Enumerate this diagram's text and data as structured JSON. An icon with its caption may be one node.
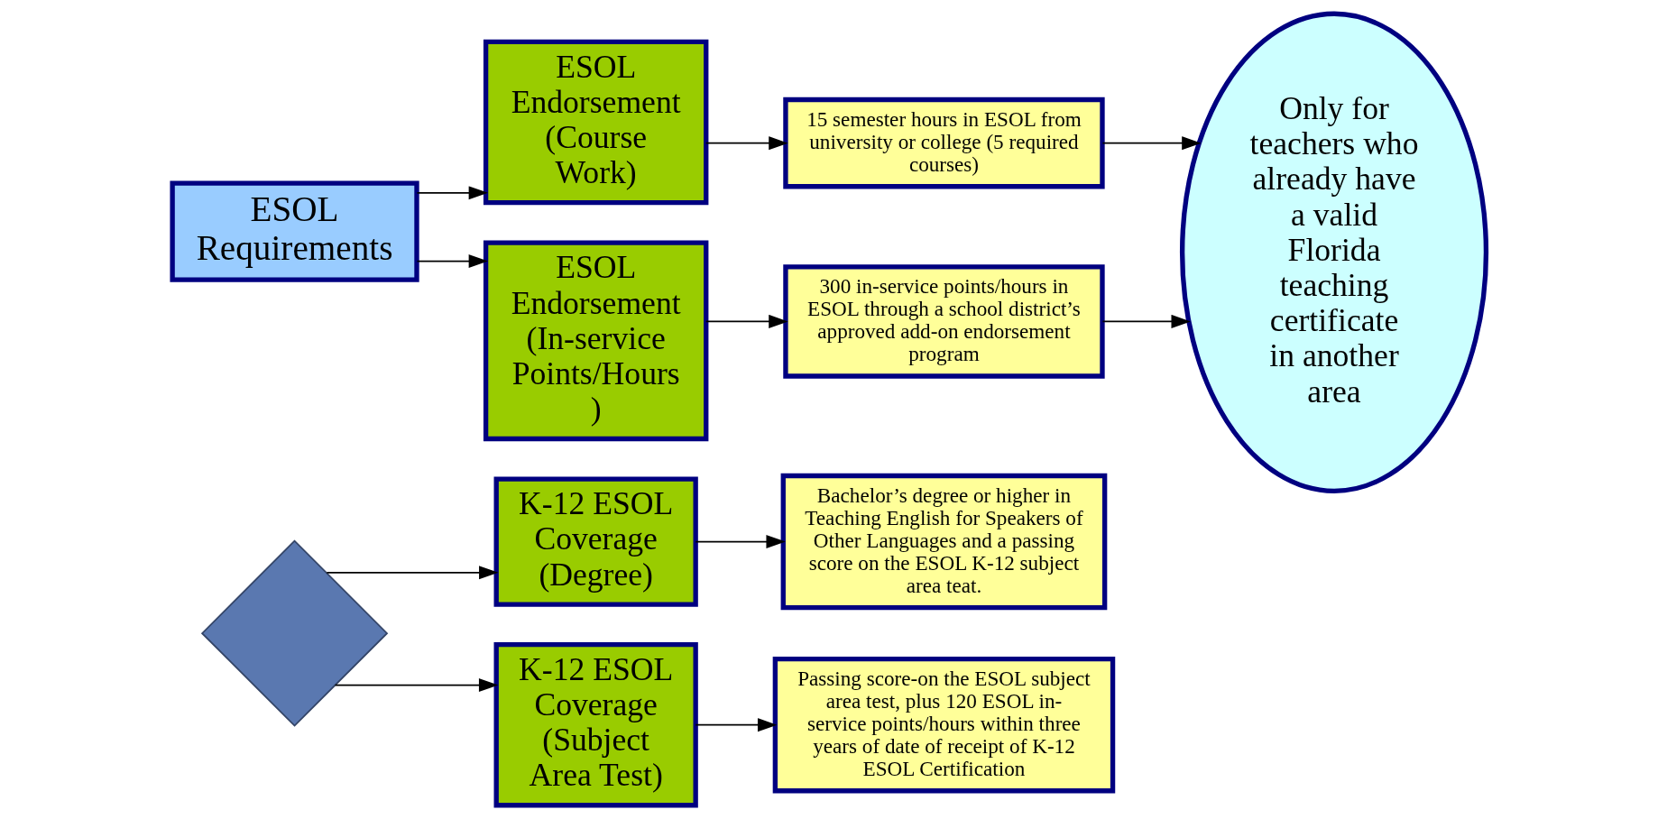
{
  "diagram": {
    "nodes": [
      {
        "text": [],
        "shape": "diamond"
      },
      {
        "text": [
          "ESOL Requirements"
        ]
      },
      {
        "text": [
          "K-12 ESOL Coverage (Degree)"
        ]
      },
      {
        "text": [
          "Bachelor’s degree or higher in Teaching English for Speakers of Other Languages and a passing score on the ESOL K-12 subject area teat."
        ]
      },
      {
        "text": [
          "ESOL Endorsement (Course Work)"
        ]
      },
      {
        "text": [
          "15 semester hours in ESOL from university or college (5 required courses)"
        ]
      },
      {
        "text": [
          "ESOL Endorsement (In-service Points/Hours)"
        ]
      },
      {
        "text": [
          "300 in-service points/hours in ESOL through a school district’s approved add-on endorsement program"
        ]
      },
      {
        "text": [
          "K-12 ESOL Coverage (Subject Area Test)"
        ]
      },
      {
        "text": [
          "Passing score-on the ESOL subject area test, plus 120 ESOL in-service points/hours within three years of date of receipt of K-12 ESOL Certification"
        ]
      },
      {
        "text": [
          "Only for teachers who already have a valid Florida teaching certificate in another area"
        ]
      }
    ],
    "edges": [
      {
        "from": 0,
        "to": 2,
        "arrow": "to"
      },
      {
        "from": 1,
        "to": 4,
        "arrow": "to"
      },
      {
        "from": 1,
        "to": 6,
        "arrow": "to"
      },
      {
        "from": 0,
        "to": 8,
        "arrow": "to"
      },
      {
        "from": 2,
        "to": 3,
        "arrow": "to"
      },
      {
        "from": 4,
        "to": 5,
        "arrow": "to"
      },
      {
        "from": 6,
        "to": 7,
        "arrow": "to"
      },
      {
        "from": 8,
        "to": 9,
        "arrow": "to"
      },
      {
        "from": 5,
        "to": 10,
        "arrow": "to"
      },
      {
        "from": 7,
        "to": 10,
        "arrow": "to"
      }
    ]
  }
}
